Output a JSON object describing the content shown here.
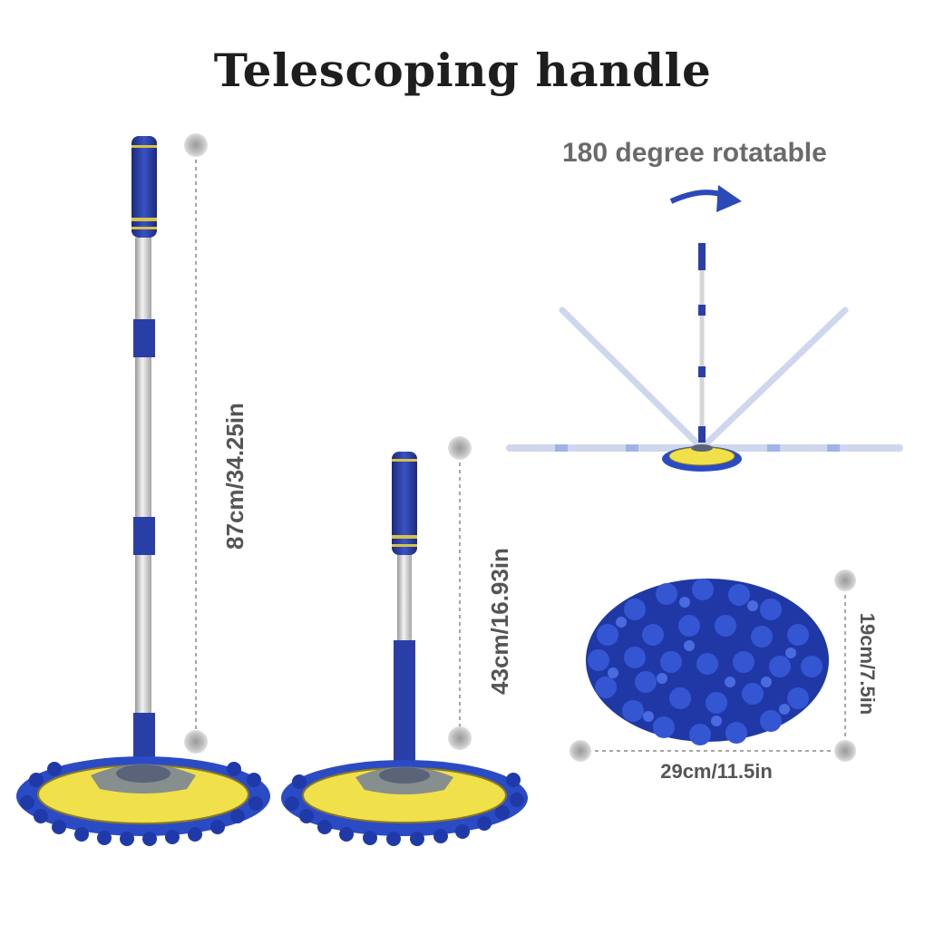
{
  "title": "Telescoping handle",
  "rotation_label": "180 degree rotatable",
  "dimensions": {
    "long_height": "87cm/34.25in",
    "short_height": "43cm/16.93in",
    "pad_height": "19cm/7.5in",
    "pad_width": "29cm/11.5in"
  },
  "colors": {
    "handle_blue": "#2a3ea8",
    "pole_silver": "#c8c8c8",
    "pad_yellow": "#f0e04a",
    "chenille_blue": "#2b4bc4"
  }
}
